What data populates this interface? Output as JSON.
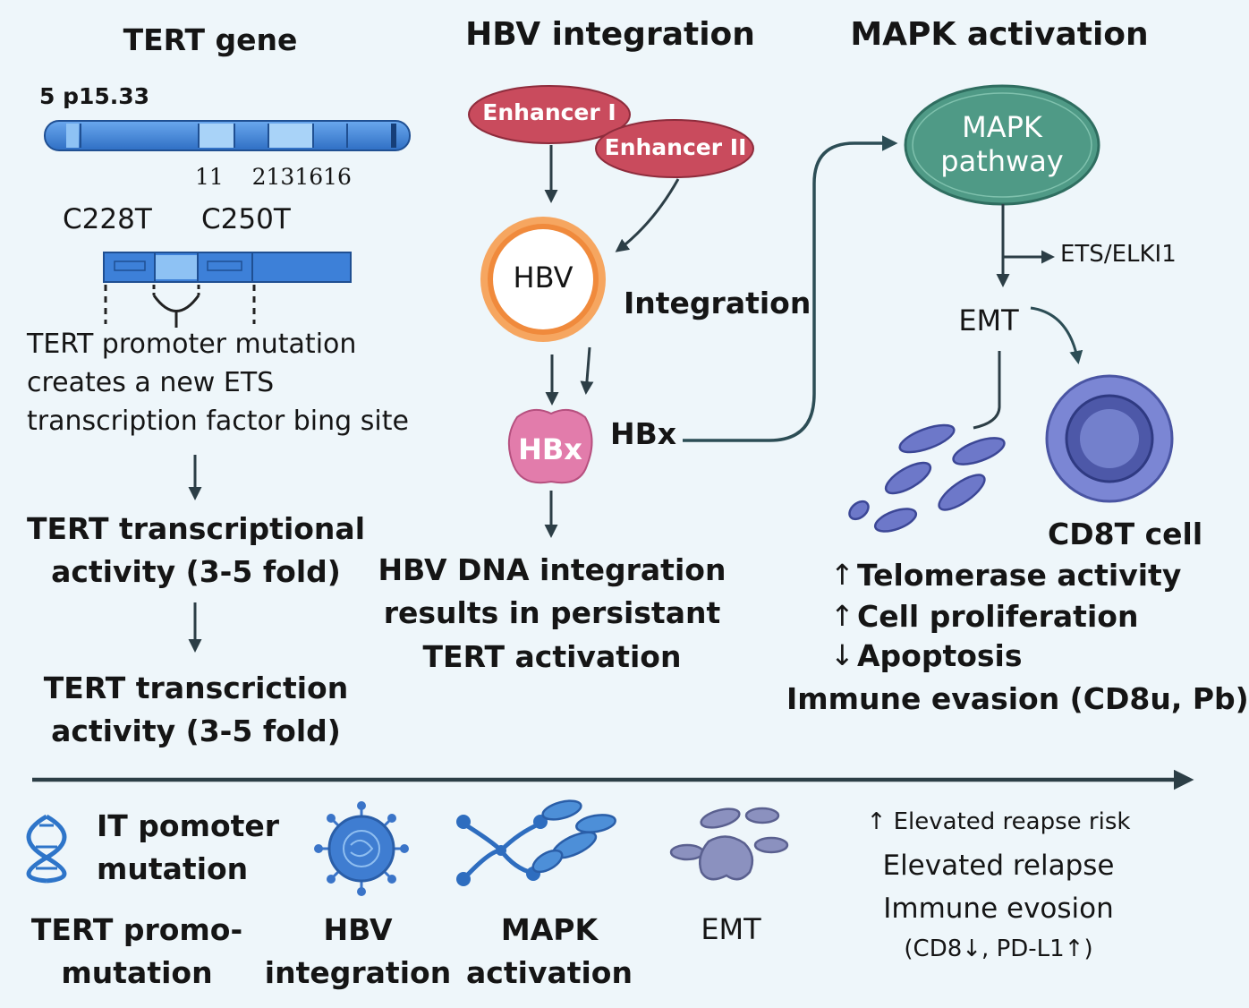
{
  "columns": {
    "tert": {
      "title": "TERT gene",
      "locus": "5 p15.33",
      "band_numbers": "11    2131616",
      "mutation_left": "C228T",
      "mutation_right": "C250T",
      "promoter_text": [
        "TERT promoter mutation",
        "creates a new ETS",
        "transcription factor bing site"
      ],
      "transcriptional_activity": [
        "TERT transcriptional",
        "activity (3-5 fold)"
      ],
      "transcriction_activity": [
        "TERT transcriction",
        "activity (3-5 fold)"
      ]
    },
    "hbv": {
      "title": "HBV integration",
      "enhancer_1": "Enhancer I",
      "enhancer_2": "Enhancer II",
      "virus_label": "HBV",
      "integration_label": "Integration",
      "hbx_inner": "HBx",
      "hbx_outer": "HBx",
      "result": [
        "HBV DNA integration",
        "results in persistant",
        "TERT activation"
      ]
    },
    "mapk": {
      "title": "MAPK activation",
      "pathway": [
        "MAPK",
        "pathway"
      ],
      "ets": "ETS/ELKI1",
      "emt": "EMT",
      "cd8_cell": "CD8T cell",
      "effects": [
        {
          "arrow": "↑",
          "text": "Telomerase activity"
        },
        {
          "arrow": "↑",
          "text": "Cell proliferation"
        },
        {
          "arrow": "↓",
          "text": "Apoptosis"
        }
      ],
      "immune": "Immune evasion (CD8u, Pb)"
    }
  },
  "timeline": {
    "item1_icon_text": [
      "IT pomoter",
      "mutation"
    ],
    "item1_label": [
      "TERT promo-",
      "mutation"
    ],
    "item2_label": [
      "HBV",
      "integration"
    ],
    "item3_label": [
      "MAPK",
      "activation"
    ],
    "item4_label": "EMT",
    "outcome_risk": "↑ Elevated reapse risk",
    "outcome_relapse": "Elevated relapse",
    "outcome_immune": "Immune evosion",
    "outcome_markers": "(CD8↓, PD-L1↑)"
  },
  "colors": {
    "chromosome": "#3a7fd6",
    "enhancer": "#c94b5d",
    "hbv_ring": "#f08a3c",
    "hbx": "#e27cab",
    "mapk": "#4f9a86",
    "cell": "#6d78c9",
    "arrow": "#2c3e46"
  }
}
